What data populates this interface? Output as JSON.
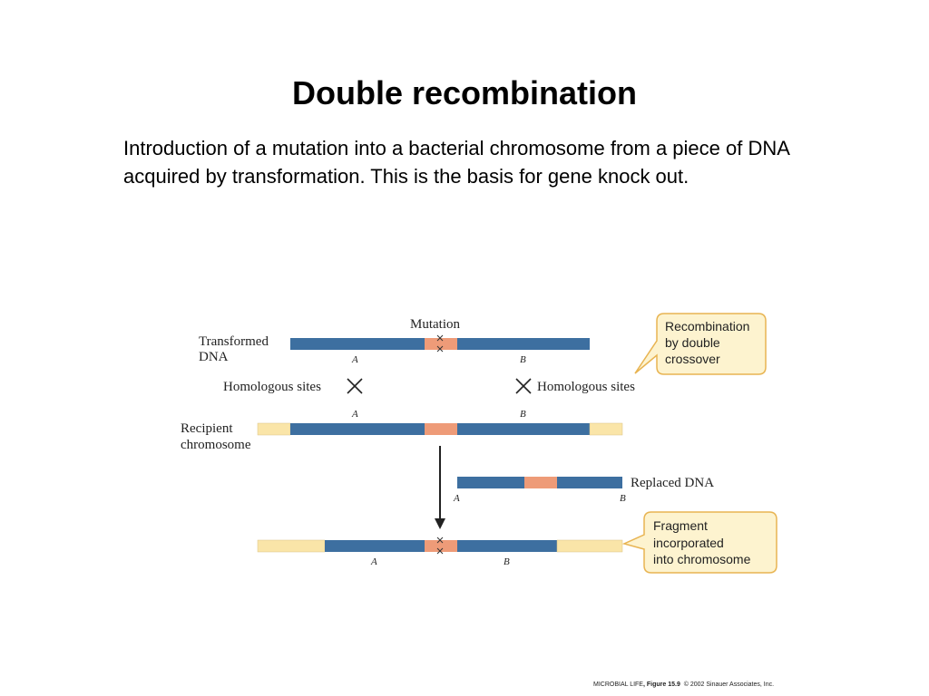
{
  "slide": {
    "title": "Double recombination",
    "body": "Introduction of a mutation into a bacterial chromosome from a piece of DNA acquired by transformation. This is the basis for gene knock out."
  },
  "diagram": {
    "mutation_label": "Mutation",
    "transformed_dna_label": [
      "Transformed",
      "DNA"
    ],
    "recipient_label": [
      "Recipient",
      "chromosome"
    ],
    "homologous_left": "Homologous sites",
    "homologous_right": "Homologous sites",
    "replaced_dna_label": "Replaced DNA",
    "gene_a": "A",
    "gene_b": "B",
    "callout_top": [
      "Recombination",
      "by double",
      "crossover"
    ],
    "callout_bottom": [
      "Fragment",
      "incorporated",
      "into chromosome"
    ],
    "colors": {
      "dna_blue": "#3d6fa0",
      "mutation_orange": "#ee9b78",
      "chromosome_yellow": "#fae5a8",
      "callout_fill": "#fdf3cf",
      "callout_stroke": "#e8b452"
    }
  },
  "credit": {
    "book": "MICROBIAL LIFE",
    "figure": ", Figure 15.9",
    "copyright": "© 2002 Sinauer Associates, Inc."
  }
}
